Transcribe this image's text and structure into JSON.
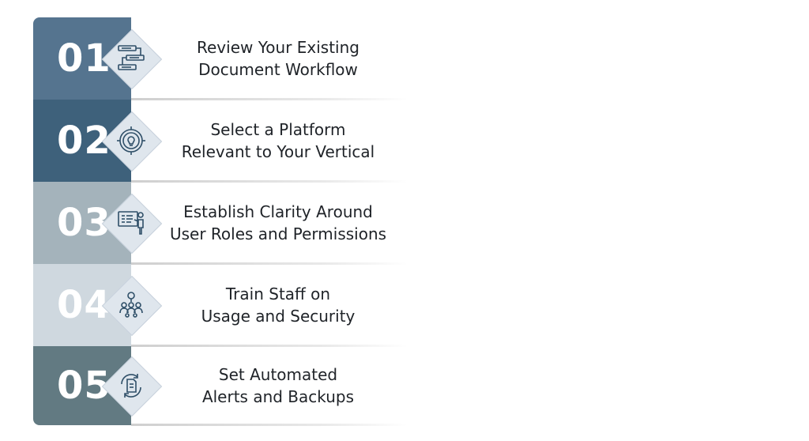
{
  "steps": [
    {
      "number": "01",
      "line1": "Review Your Existing",
      "line2": "Document Workflow",
      "icon": "workflow-icon",
      "color": "#55748f"
    },
    {
      "number": "02",
      "line1": "Select a Platform",
      "line2": "Relevant to Your Vertical",
      "icon": "target-lightbulb-icon",
      "color": "#3e617b"
    },
    {
      "number": "03",
      "line1": "Establish Clarity Around",
      "line2": "User Roles and Permissions",
      "icon": "presentation-board-icon",
      "color": "#a4b3bb"
    },
    {
      "number": "04",
      "line1": "Train Staff on",
      "line2": "Usage and Security",
      "icon": "team-training-icon",
      "color": "#cfd8df"
    },
    {
      "number": "05",
      "line1": "Set Automated",
      "line2": "Alerts and Backups",
      "icon": "document-backup-icon",
      "color": "#627a82"
    }
  ]
}
